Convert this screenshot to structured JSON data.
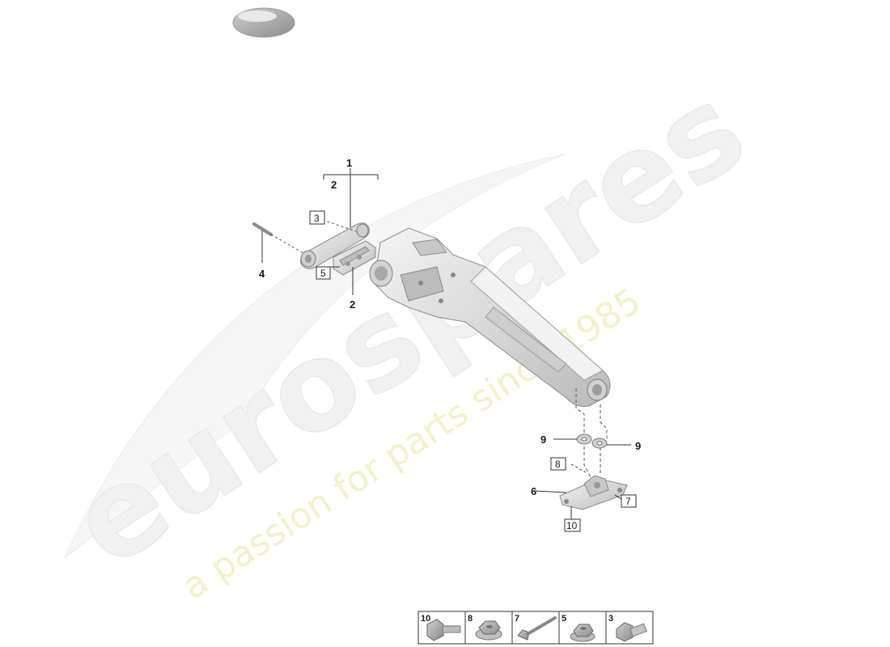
{
  "watermark": {
    "brand": "eurospares",
    "tagline": "a passion for parts since 1985"
  },
  "callouts": {
    "c1": "1",
    "c2_top": "2",
    "c2_bottom": "2",
    "c3": "3",
    "c4": "4",
    "c5": "5",
    "c6": "6",
    "c7": "7",
    "c8": "8",
    "c9_left": "9",
    "c9_right": "9",
    "c10": "10"
  },
  "hardware_legend": [
    {
      "label": "10",
      "icon": "hex-bolt-icon"
    },
    {
      "label": "8",
      "icon": "flange-nut-icon"
    },
    {
      "label": "7",
      "icon": "long-bolt-icon"
    },
    {
      "label": "5",
      "icon": "collar-nut-icon"
    },
    {
      "label": "3",
      "icon": "shouldered-bolt-icon"
    }
  ],
  "colors": {
    "part_fill": "#e4e4e4",
    "part_stroke": "#8a8a8a",
    "leader": "#333333",
    "watermark_text": "#f1f1f1",
    "watermark_tag": "#f3f1c8"
  }
}
